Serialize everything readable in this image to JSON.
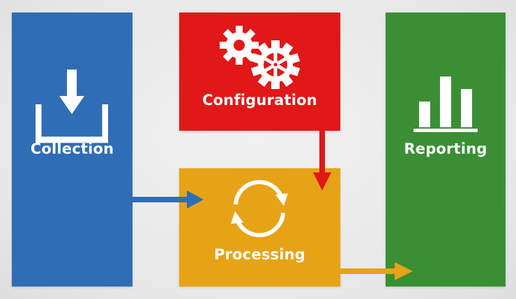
{
  "stages": {
    "collection": {
      "label": "Collection",
      "icon": "download-tray-icon",
      "color": "#2f6db5"
    },
    "configuration": {
      "label": "Configuration",
      "icon": "gears-icon",
      "color": "#e01818"
    },
    "processing": {
      "label": "Processing",
      "icon": "cycle-arrows-icon",
      "color": "#e6a316"
    },
    "reporting": {
      "label": "Reporting",
      "icon": "bar-chart-icon",
      "color": "#3a8f35"
    }
  },
  "connectors": [
    {
      "from": "collection",
      "to": "processing",
      "color": "#2f6db5"
    },
    {
      "from": "configuration",
      "to": "processing",
      "color": "#e01818"
    },
    {
      "from": "processing",
      "to": "reporting",
      "color": "#e6a316"
    }
  ]
}
